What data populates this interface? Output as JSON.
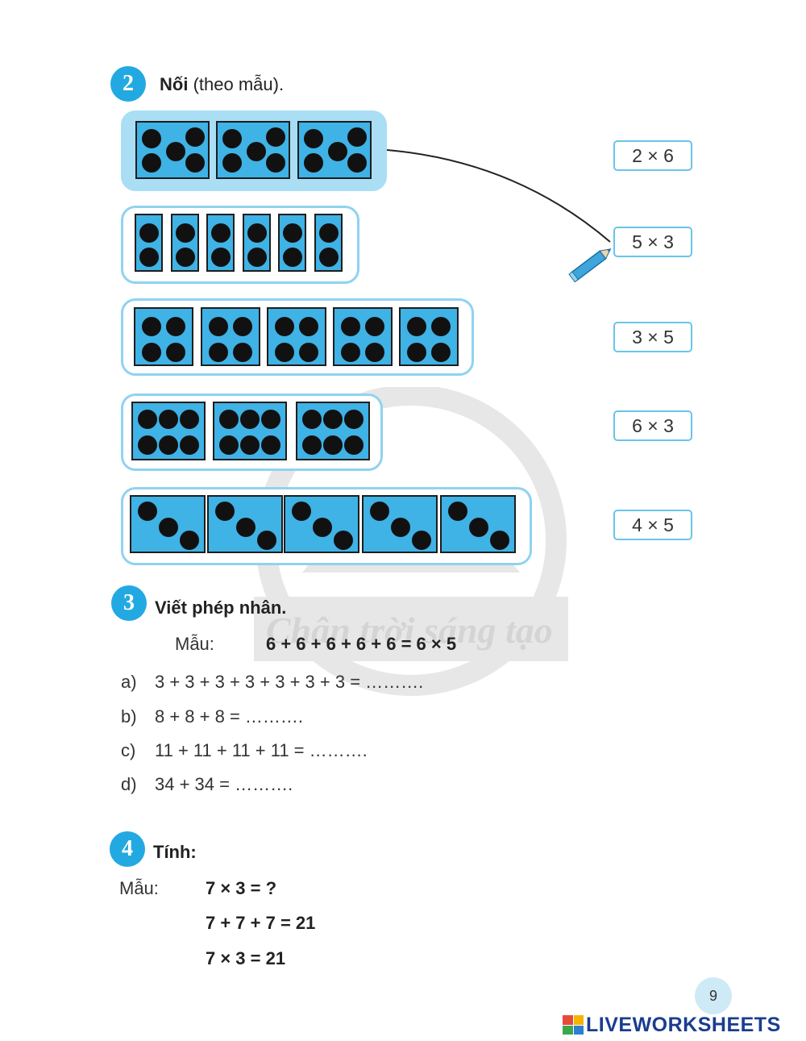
{
  "exercise2": {
    "number": "2",
    "title_bold": "Nối",
    "title_rest": " (theo mẫu).",
    "answers": [
      "2 × 6",
      "5 × 3",
      "3 × 5",
      "6 × 3",
      "4 × 5"
    ]
  },
  "exercise3": {
    "number": "3",
    "title": "Viết phép nhân.",
    "example_label": "Mẫu:",
    "example": "6 + 6 + 6 + 6 + 6 = 6 × 5",
    "items": [
      {
        "label": "a)",
        "text": "3 + 3 + 3 + 3 + 3 + 3 + 3 = ………."
      },
      {
        "label": "b)",
        "text": "8 + 8 + 8 = ………."
      },
      {
        "label": "c)",
        "text": "11 + 11 + 11 + 11 = ………."
      },
      {
        "label": "d)",
        "text": "34 + 34 = ………."
      }
    ]
  },
  "exercise4": {
    "number": "4",
    "title": "Tính:",
    "example_label": "Mẫu:",
    "lines": [
      "7 × 3 = ?",
      "7 + 7 + 7 = 21",
      "7 × 3 = 21"
    ]
  },
  "watermark": "Chân trời sáng tạo",
  "page_number": "9",
  "brand": "LIVEWORKSHEETS",
  "colors": {
    "accent": "#22a9e1",
    "card": "#3fb2e6",
    "border": "#8fd3ef"
  }
}
